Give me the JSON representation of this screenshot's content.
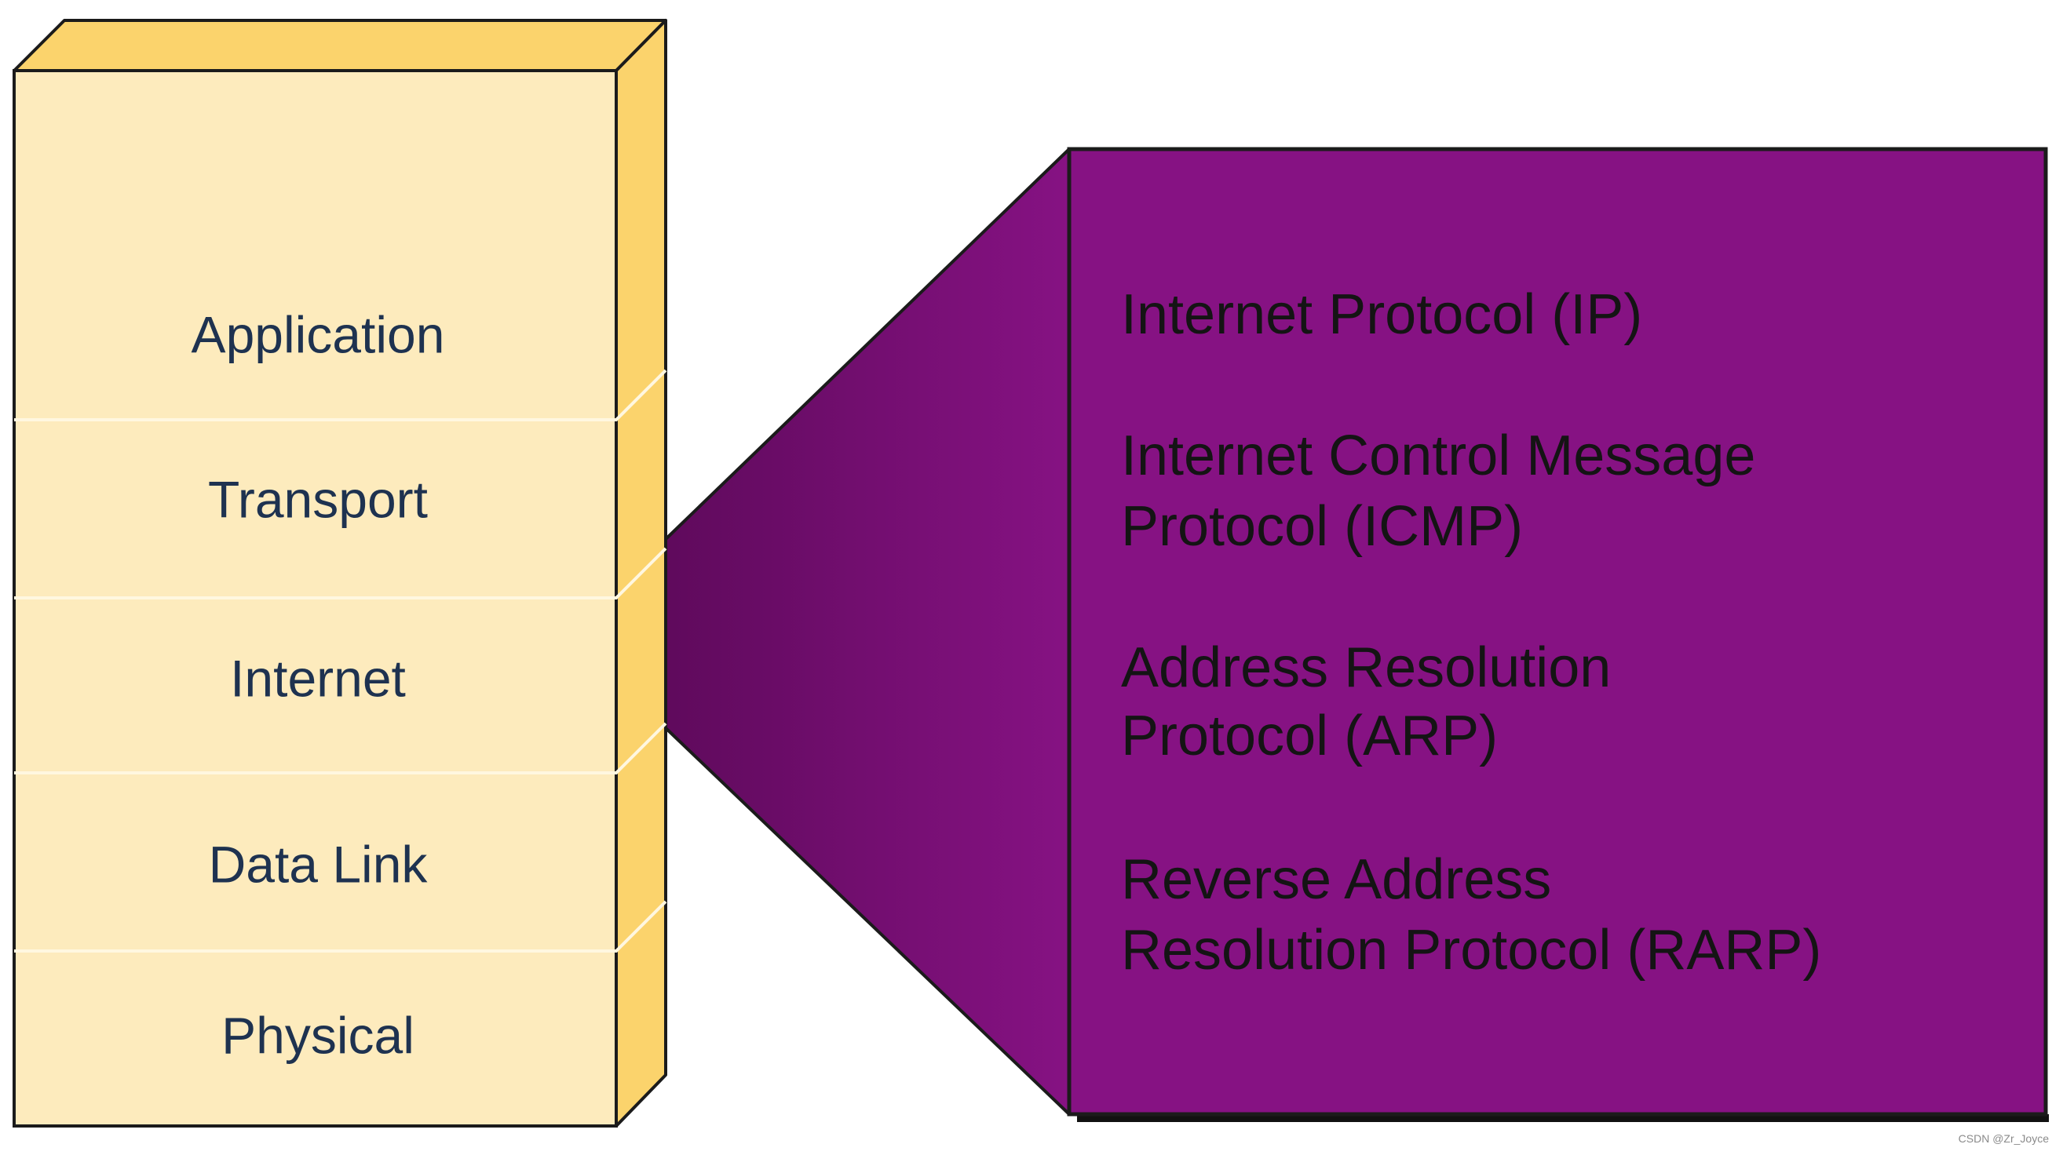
{
  "layers": [
    {
      "label": "Application"
    },
    {
      "label": "Transport"
    },
    {
      "label": "Internet"
    },
    {
      "label": "Data Link"
    },
    {
      "label": "Physical"
    }
  ],
  "protocols": [
    {
      "lines": [
        "Internet Protocol (IP)"
      ]
    },
    {
      "lines": [
        "Internet Control Message",
        "Protocol (ICMP)"
      ]
    },
    {
      "lines": [
        "Address Resolution",
        "Protocol (ARP)"
      ]
    },
    {
      "lines": [
        "Reverse Address",
        "Resolution Protocol (RARP)"
      ]
    }
  ],
  "watermark": "CSDN @Zr_Joyce",
  "colors": {
    "layer_front": "#fdebbd",
    "layer_side": "#fbd36c",
    "protocol_panel": "#861283",
    "connector": "#6e0c6a",
    "outline": "#1b1b1b",
    "layer_text": "#1e3250",
    "protocol_text": "#141414"
  }
}
